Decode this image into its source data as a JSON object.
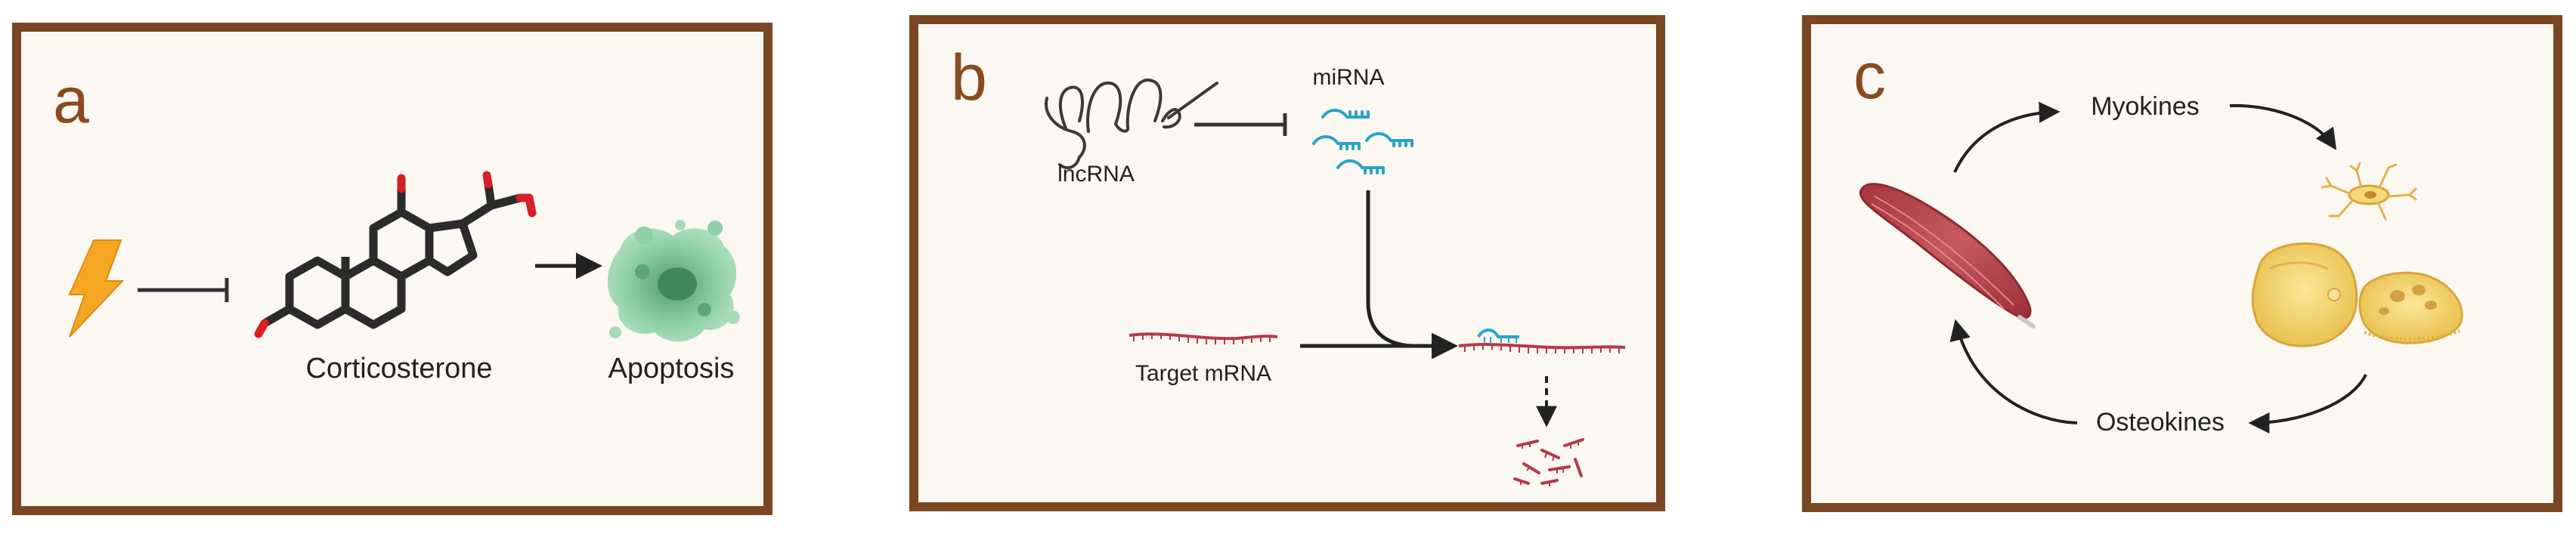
{
  "colors": {
    "frame_border": "#7a4722",
    "panel_background": "#fbf8f1",
    "letter": "#8a4a20",
    "bolt": "#f5a623",
    "steroid": "#2b2b2b",
    "oxygen": "#d61f26",
    "apoptosis": "#8fd1a6",
    "mirna": "#2aa3c9",
    "rna": "#b53a4a",
    "muscle": "#b4464e",
    "cell": "#f6d36a"
  },
  "panels": {
    "a": {
      "letter": "a",
      "icons": [
        "lightning-bolt-icon",
        "steroid-molecule-icon",
        "apoptotic-cell-icon"
      ],
      "labels": {
        "molecule": "Corticosterone",
        "outcome": "Apoptosis"
      }
    },
    "b": {
      "letter": "b",
      "icons": [
        "lncrna-hairpin-icon",
        "mirna-cluster-icon",
        "mrna-strand-icon",
        "degraded-rna-icon"
      ],
      "labels": {
        "lncrna": "lncRNA",
        "mirna": "miRNA",
        "target": "Target mRNA"
      }
    },
    "c": {
      "letter": "c",
      "icons": [
        "muscle-icon",
        "osteocyte-icon",
        "osteoclast-icon"
      ],
      "labels": {
        "myokines": "Myokines",
        "osteokines": "Osteokines"
      }
    }
  }
}
